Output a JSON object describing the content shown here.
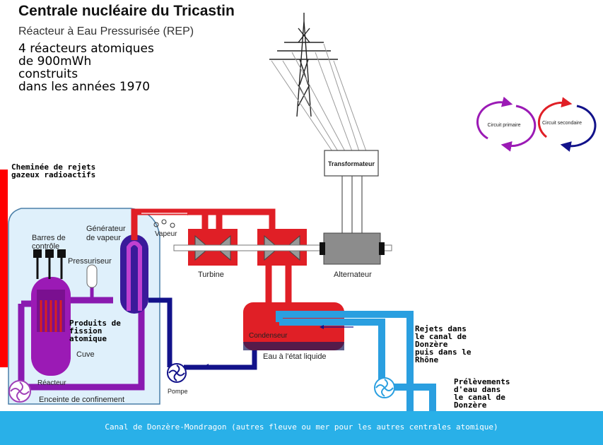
{
  "header": {
    "title": "Centrale nucléaire du Tricastin",
    "subtitle": "Réacteur à Eau Pressurisée (REP)",
    "facts": "4 réacteurs atomiques\nde 900mWh\nconstruits\ndans les années 1970"
  },
  "legend": {
    "primary": "Circuit primaire",
    "secondary": "Circuit secondaire"
  },
  "components": {
    "transformateur": "Transformateur",
    "barres_line1": "Barres de",
    "barres_line2": "contrôle",
    "pressuriseur": "Pressuriseur",
    "generateur_line1": "Générateur",
    "generateur_line2": "de vapeur",
    "vapeur": "Vapeur",
    "turbine": "Turbine",
    "alternateur": "Alternateur",
    "condenseur": "Condenseur",
    "eau_liquide": "Eau à l'état liquide",
    "cuve": "Cuve",
    "reacteur": "Réacteur",
    "pompe": "Pompe",
    "enceinte": "Enceinte de confinement"
  },
  "notes": {
    "cheminee": "Cheminée de rejets\ngazeux radioactifs",
    "produits": "Produits de\nfission\natomique",
    "rejets": "Rejets dans\nle canal de\nDonzère\npuis dans le\nRhône",
    "prelevements": "Prélèvements\nd'eau dans\nle canal de\nDonzère"
  },
  "canal": "Canal de Donzère-Mondragon (autres fleuve ou mer pour les autres centrales atomique)",
  "colors": {
    "primary_hot": "#9b1ab5",
    "primary_cold": "#1a1a8c",
    "secondary_hot": "#e01f26",
    "secondary_cold": "#12128a",
    "cooling": "#2a9fe0",
    "canal": "#29b0e8",
    "chimney": "#ff0000"
  }
}
